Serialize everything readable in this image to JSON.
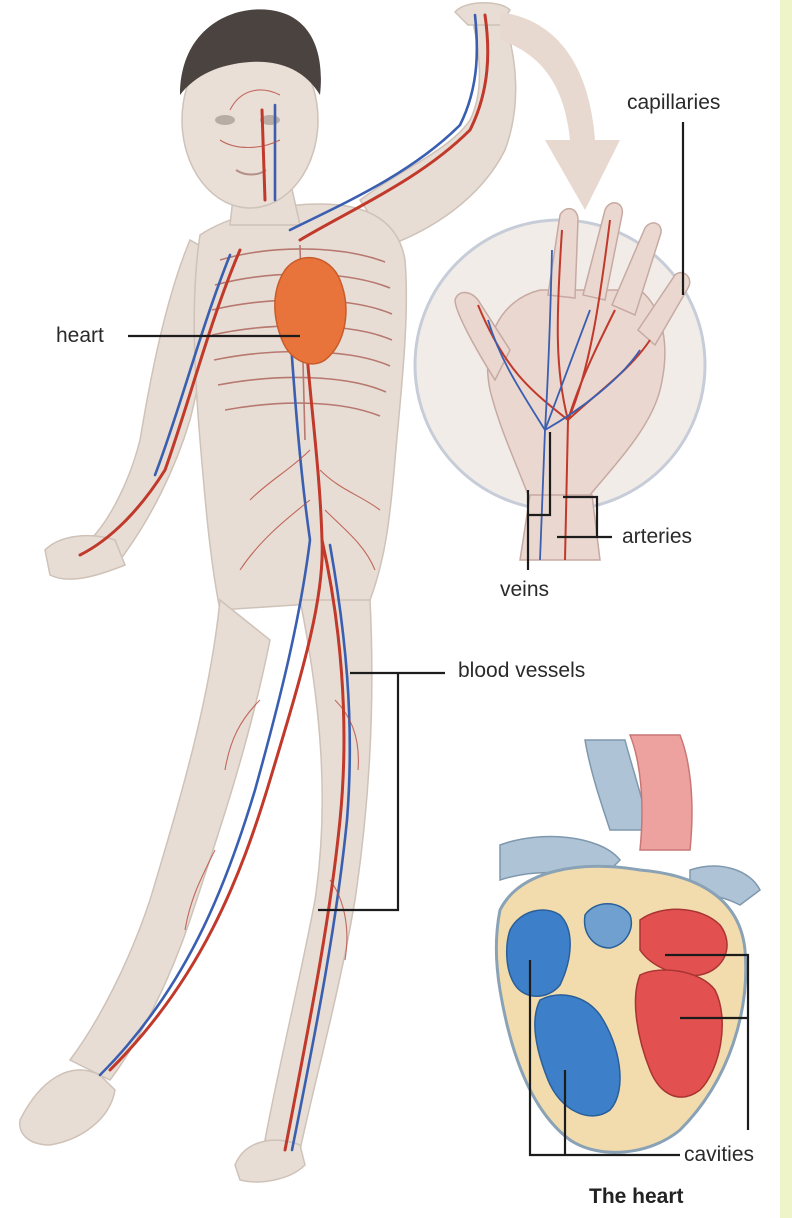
{
  "labels": {
    "capillaries": "capillaries",
    "heart": "heart",
    "arteries": "arteries",
    "veins": "veins",
    "blood_vessels": "blood vessels",
    "cavities": "cavities",
    "heart_caption": "The heart"
  },
  "colors": {
    "page_border": "#eef3c8",
    "skin": "#e7ddd4",
    "hair": "#4a4340",
    "artery": "#c0392b",
    "vein": "#3a5fb0",
    "heart_organ": "#e8743b",
    "chamber_blue": "#3d7fc8",
    "chamber_red": "#e2504f",
    "heart_wall": "#f2dcae",
    "leader_line": "#1c1c1c",
    "arrow": "#e8d9d0"
  }
}
